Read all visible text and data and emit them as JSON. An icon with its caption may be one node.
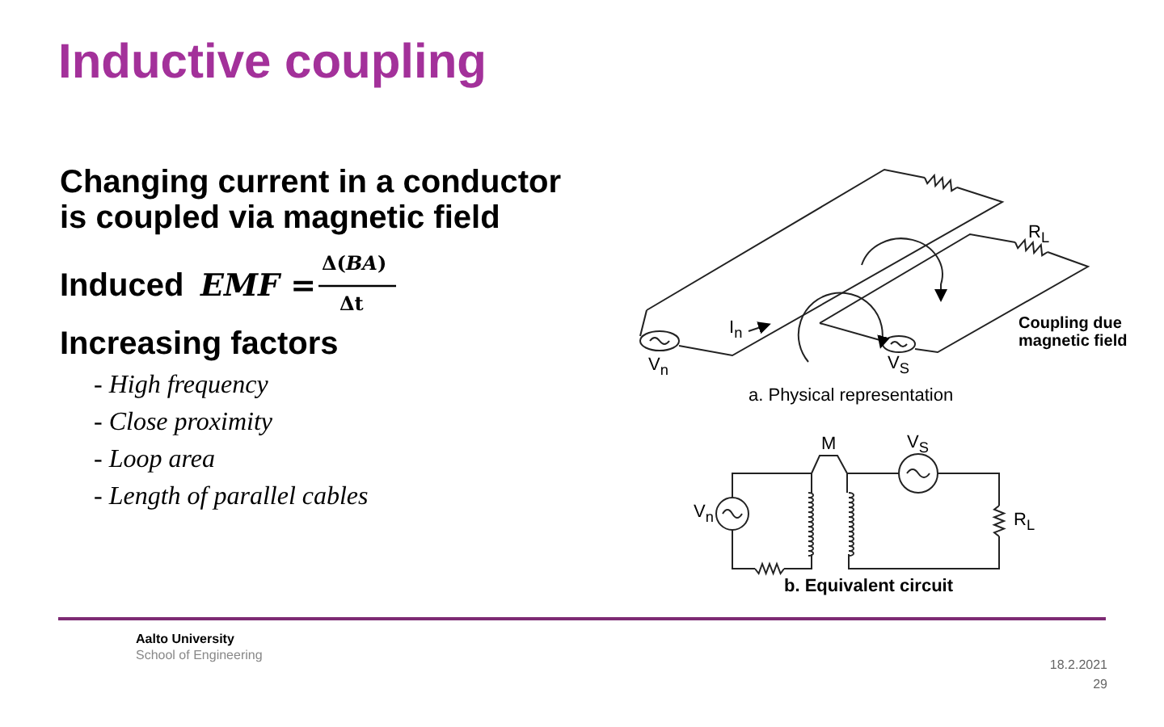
{
  "diagram": {
    "title": "Inductive coupling",
    "labels": [
      "Changing current in a conductor is coupled via magnetic field",
      "Induced",
      "*EMF* =",
      "Δ(*BA*)",
      "Δt",
      "Increasing factors",
      "- High frequency",
      "- Close proximity",
      "- Loop area",
      "- Length of parallel cables",
      "I$_{n}$",
      "V$_{n}$",
      "V$_{S}$",
      "R$_{L}$",
      "Coupling due magnetic field",
      "a. Physical representation",
      "M",
      "V$_{S}$",
      "V$_{n}$",
      "R$_{L}$",
      "b. Equivalent circuit",
      "Aalto University",
      "School of Engineering",
      "18.2.2021",
      "29"
    ]
  }
}
